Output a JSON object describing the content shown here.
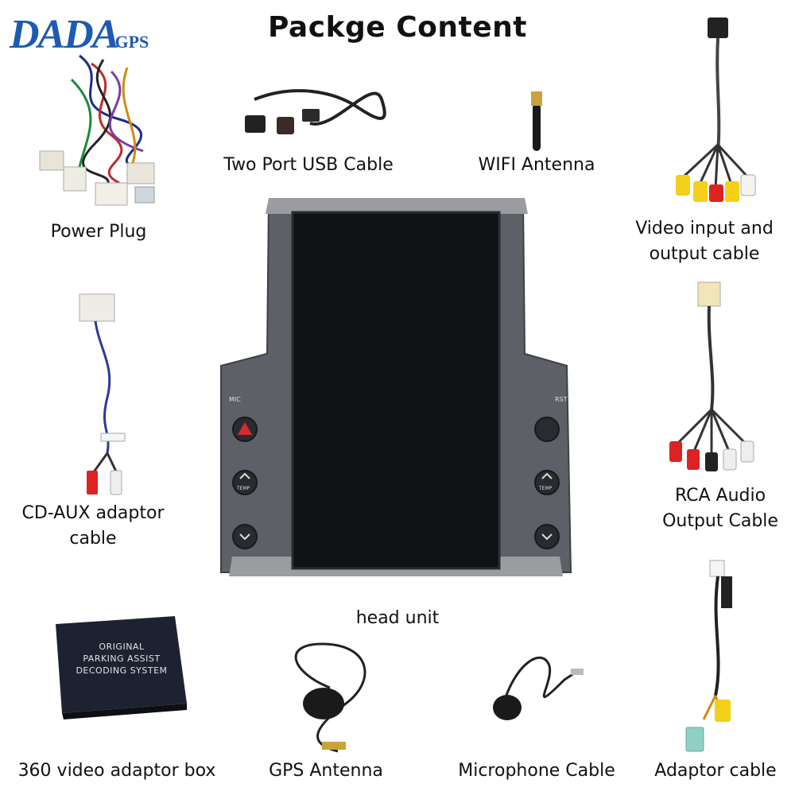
{
  "brand": {
    "logo_main": "DADA",
    "logo_sub": "GPS"
  },
  "header": {
    "title": "Packge Content"
  },
  "items": {
    "power_plug": "Power Plug",
    "usb_cable": "Two Port USB Cable",
    "wifi_antenna": "WIFI Antenna",
    "video_cable_line1": "Video input and",
    "video_cable_line2": "output cable",
    "cd_aux_line1": "CD-AUX adaptor",
    "cd_aux_line2": "cable",
    "rca_line1": "RCA Audio",
    "rca_line2": "Output Cable",
    "head_unit": "head unit",
    "video_box": "360 video adaptor box",
    "gps_antenna": "GPS Antenna",
    "microphone": "Microphone Cable",
    "adaptor_cable": "Adaptor cable"
  },
  "box_text": {
    "line1": "ORIGINAL",
    "line2": "PARKING ASSIST",
    "line3": "DECODING SYSTEM"
  },
  "head_unit_panel": {
    "mic_label": "MIC",
    "rst_label": "RST",
    "temp_label": "TEMP"
  },
  "colors": {
    "brand_blue": "#1d5bb3",
    "rca_red": "#d22",
    "rca_yellow": "#f3d11a",
    "unit_gray": "#5d6066"
  }
}
